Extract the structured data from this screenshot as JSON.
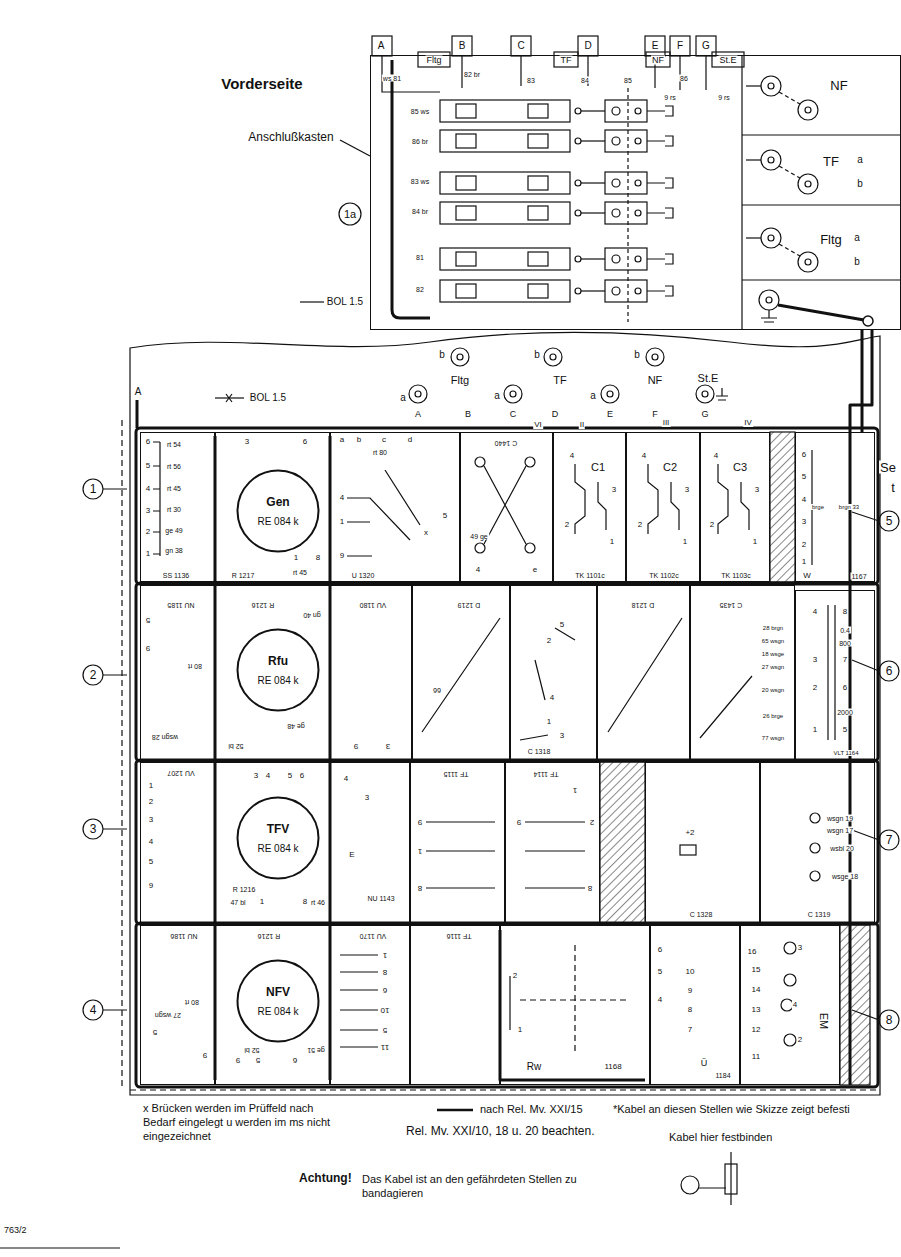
{
  "diagram": {
    "nodes": [
      {
        "text": [
          "Anschlußkasten"
        ]
      },
      {
        "text": [
          "NF"
        ],
        "in": 0
      },
      {
        "text": [
          "TF"
        ],
        "in": 0
      },
      {
        "text": [
          "Fltg"
        ],
        "in": 0
      },
      {
        "text": [
          "SS 1136"
        ]
      },
      {
        "text": [
          "R 1217"
        ]
      },
      {
        "text": [
          "Gen",
          "RE 084 k"
        ],
        "in": 5
      },
      {
        "text": [
          "U 1320"
        ]
      },
      {
        "text": [
          "C 1440"
        ]
      },
      {
        "text": [
          "TK 1101c"
        ]
      },
      {
        "text": [
          "TK 1102c"
        ]
      },
      {
        "text": [
          "TK 1103c"
        ]
      },
      {
        "text": [
          "W",
          "1167"
        ]
      },
      {
        "text": [
          "NU 1185"
        ]
      },
      {
        "text": [
          "R 1216"
        ]
      },
      {
        "text": [
          "Rfu",
          "RE 084 k"
        ],
        "in": 14
      },
      {
        "text": [
          "VU 1180"
        ]
      },
      {
        "text": [
          "D 1219"
        ]
      },
      {
        "text": [
          "C 1318"
        ]
      },
      {
        "text": [
          "D 1218"
        ]
      },
      {
        "text": [
          "C 1435"
        ]
      },
      {
        "text": [
          "VLT 1164"
        ]
      },
      {
        "text": [
          "VU 1207"
        ]
      },
      {
        "text": [
          "R 1216"
        ]
      },
      {
        "text": [
          "TFV",
          "RE 084 k"
        ],
        "in": 23
      },
      {
        "text": [
          "NU 1143"
        ]
      },
      {
        "text": [
          "TF 1115"
        ]
      },
      {
        "text": [
          "TF 1114"
        ]
      },
      {
        "text": [
          "C 1328"
        ]
      },
      {
        "text": [
          "C 1319"
        ]
      },
      {
        "text": [
          "NU 1186"
        ]
      },
      {
        "text": [
          "R 1216"
        ]
      },
      {
        "text": [
          "NFV",
          "RE 084 k"
        ],
        "in": 31
      },
      {
        "text": [
          "VU 1170"
        ]
      },
      {
        "text": [
          "TF 1116"
        ]
      },
      {
        "text": [
          "Rw",
          "1168"
        ]
      },
      {
        "text": [
          "Ü",
          "1184"
        ]
      },
      {
        "text": [
          "EM"
        ]
      }
    ],
    "edges": [
      {
        "from": 0,
        "to": 12,
        "arrow": "none"
      }
    ],
    "labels": [
      "Vorderseite",
      "1a",
      "BOL 1.5",
      "A",
      "B",
      "C",
      "D",
      "E",
      "F",
      "G",
      "Fltg",
      "TF",
      "NF",
      "St.E",
      "ws 81",
      "82 br",
      "83",
      "84",
      "85",
      "86",
      "9 rs",
      "9 rs",
      "85 ws",
      "86 br",
      "83 ws",
      "84 br",
      "81",
      "82",
      "a",
      "b",
      "a",
      "b",
      "BOL 1.5",
      "A",
      "b",
      "Fltg",
      "a",
      "A",
      "B",
      "b",
      "TF",
      "a",
      "C",
      "D",
      "b",
      "NF",
      "a",
      "E",
      "F",
      "St.E",
      "G",
      "VI",
      "II",
      "III",
      "IV",
      "1",
      "2",
      "3",
      "4",
      "5",
      "6",
      "7",
      "8",
      "Se",
      "t",
      "6",
      "rt 54",
      "5",
      "rt 56",
      "4",
      "rt 45",
      "3",
      "rt 30",
      "2",
      "ge 49",
      "1",
      "gn 38",
      "3",
      "6",
      "1",
      "8",
      "rt 45",
      "a",
      "b",
      "c",
      "d",
      "4",
      "1",
      "9",
      "5",
      "x",
      "rt 80",
      "49 ge",
      "4",
      "e",
      "C1",
      "4",
      "3",
      "2",
      "1",
      "C2",
      "4",
      "3",
      "2",
      "1",
      "C3",
      "4",
      "3",
      "2",
      "1",
      "6",
      "5",
      "4",
      "3",
      "2",
      "1",
      "brge",
      "brgn 33",
      "80 rt",
      "wsgn 28",
      "5",
      "9",
      "gn 40",
      "ge 48",
      "52 bl",
      "9",
      "3",
      "66",
      "5",
      "2",
      "4",
      "1",
      "3",
      "28 brgn",
      "65 wsgn",
      "18 wsge",
      "27 wsgn",
      "20 wsgn",
      "26 brge",
      "77 wsgn",
      "4",
      "8",
      "0.4",
      "800",
      "3",
      "7",
      "2",
      "6",
      "2000",
      "1",
      "5",
      "1",
      "2",
      "3",
      "4",
      "5",
      "9",
      "3",
      "4",
      "5",
      "6",
      "47 bl",
      "1",
      "8",
      "rt 46",
      "4",
      "3",
      "E",
      "9",
      "1",
      "8",
      "1",
      "9",
      "2",
      "8",
      "+2",
      "wsgn 19",
      "wsgn 17",
      "wsbl 20",
      "wsge 18",
      "80 rt",
      "27 wsgn",
      "5",
      "9",
      "52 bl",
      "9",
      "5",
      "6",
      "ge 51",
      "1",
      "8",
      "6",
      "10",
      "5",
      "11",
      "2",
      "1",
      "6",
      "5",
      "4",
      "10",
      "9",
      "8",
      "7",
      "16",
      "15",
      "14",
      "13",
      "12",
      "11",
      "3",
      "4",
      "2",
      "x Brücken werden im Prüffeld nach Bedarf eingelegt u werden im ms nicht eingezeichnet",
      "Rel. Mv. XXI/10, 18 u. 20 beachten.",
      "*Kabel an diesen Stellen wie Skizze zeigt befesti",
      "Kabel hier festbinden",
      "Achtung!",
      "Das Kabel ist an den gefährdeten Stellen zu bandagieren",
      "763/2"
    ],
    "legend": [
      {
        "text": "nach Rel. Mv. XXI/15"
      }
    ]
  }
}
